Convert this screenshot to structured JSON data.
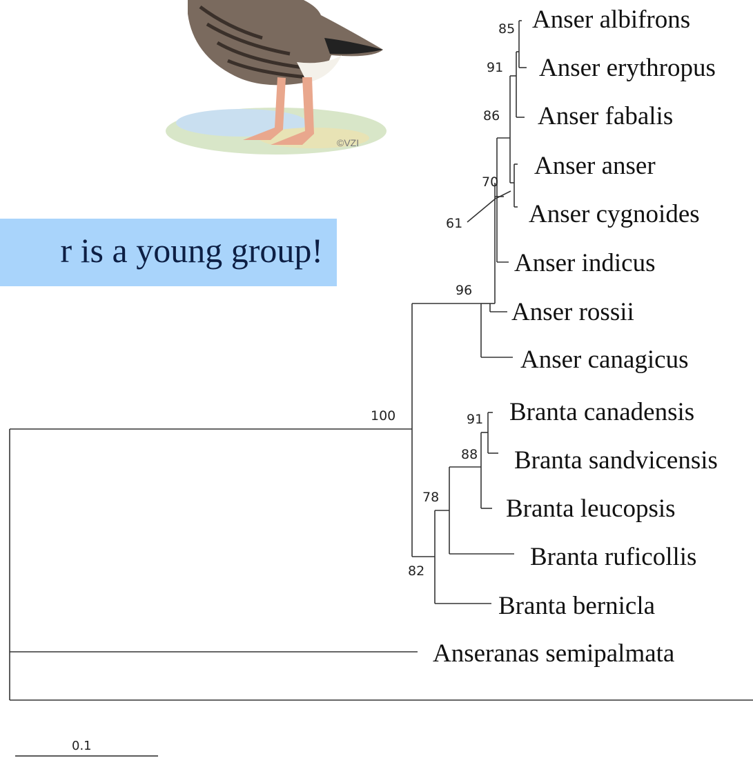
{
  "callout": {
    "text": "r is a young group!"
  },
  "illustration": {
    "subject": "goose-illustration",
    "credit": "©VZI"
  },
  "taxa": [
    "Anser albifrons",
    "Anser erythropus",
    "Anser fabalis",
    "Anser anser",
    "Anser cygnoides",
    "Anser indicus",
    "Anser rossii",
    "Anser canagicus",
    "Branta canadensis",
    "Branta sandvicensis",
    "Branta leucopsis",
    "Branta ruficollis",
    "Branta bernicla",
    "Anseranas semipalmata"
  ],
  "bootstrap": [
    "85",
    "91",
    "86",
    "70",
    "61",
    "96",
    "100",
    "91",
    "88",
    "78",
    "82"
  ],
  "scale_bar": {
    "label": "0.1"
  },
  "colors": {
    "callout_bg": "#a9d4fb",
    "callout_text": "#0d1f44",
    "branch": "#333333"
  }
}
